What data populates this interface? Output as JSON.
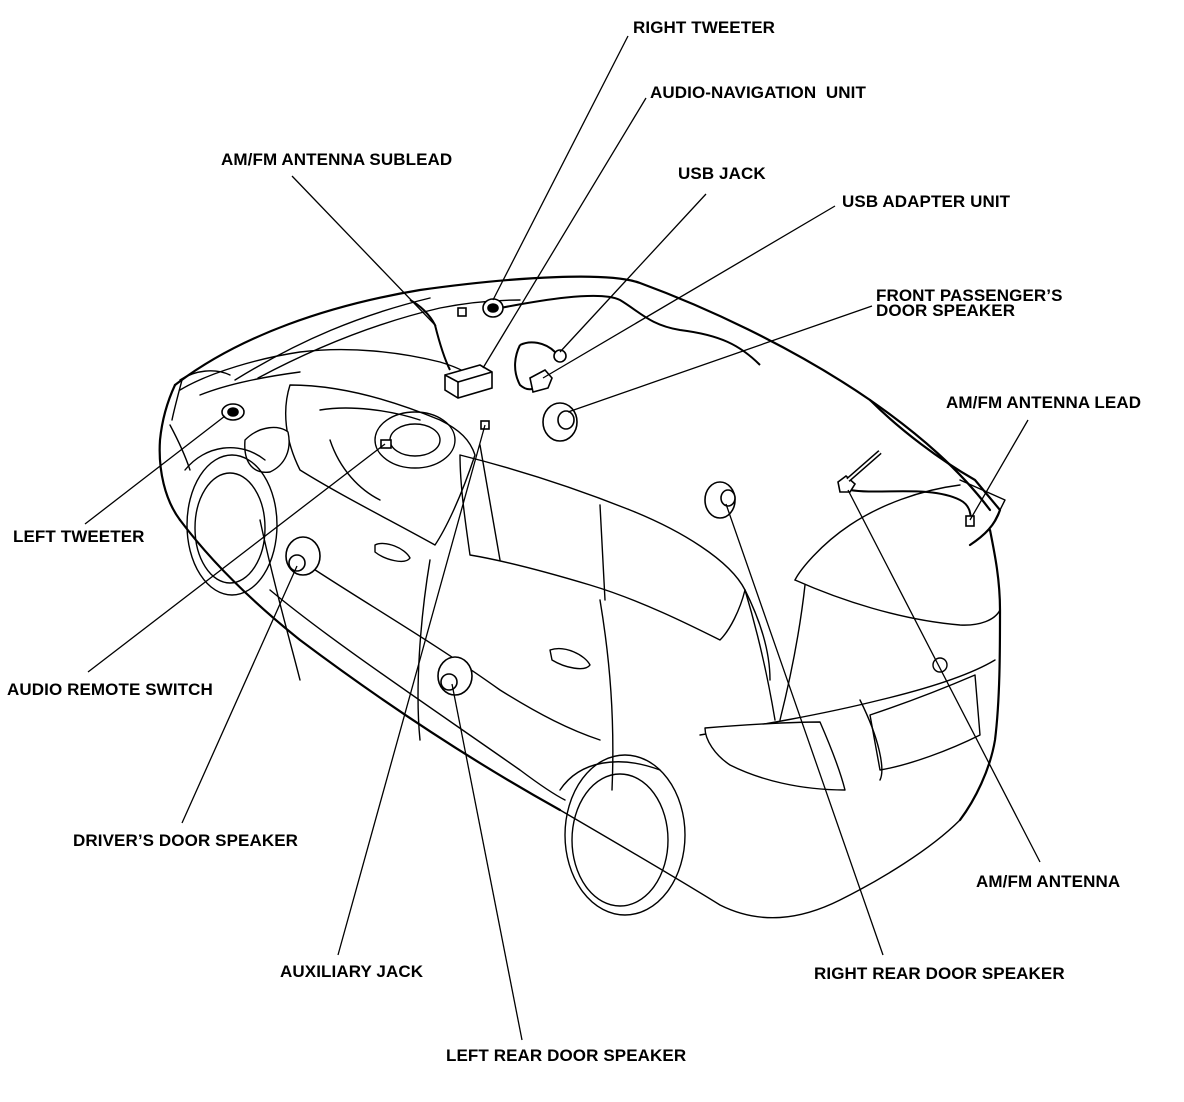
{
  "labels": {
    "right_tweeter": "RIGHT TWEETER",
    "audio_navigation_unit": "AUDIO-NAVIGATION  UNIT",
    "am_fm_antenna_sublead": "AM/FM ANTENNA SUBLEAD",
    "usb_jack": "USB JACK",
    "usb_adapter_unit": "USB ADAPTER UNIT",
    "front_passenger_door_speaker_line1": "FRONT PASSENGER’S",
    "front_passenger_door_speaker_line2": "DOOR SPEAKER",
    "am_fm_antenna_lead": "AM/FM ANTENNA LEAD",
    "left_tweeter": "LEFT TWEETER",
    "audio_remote_switch": "AUDIO REMOTE SWITCH",
    "drivers_door_speaker": "DRIVER’S DOOR SPEAKER",
    "auxiliary_jack": "AUXILIARY JACK",
    "left_rear_door_speaker": "LEFT REAR DOOR SPEAKER",
    "right_rear_door_speaker": "RIGHT REAR DOOR SPEAKER",
    "am_fm_antenna": "AM/FM ANTENNA"
  },
  "colors": {
    "ink": "#000000",
    "background": "#ffffff"
  }
}
